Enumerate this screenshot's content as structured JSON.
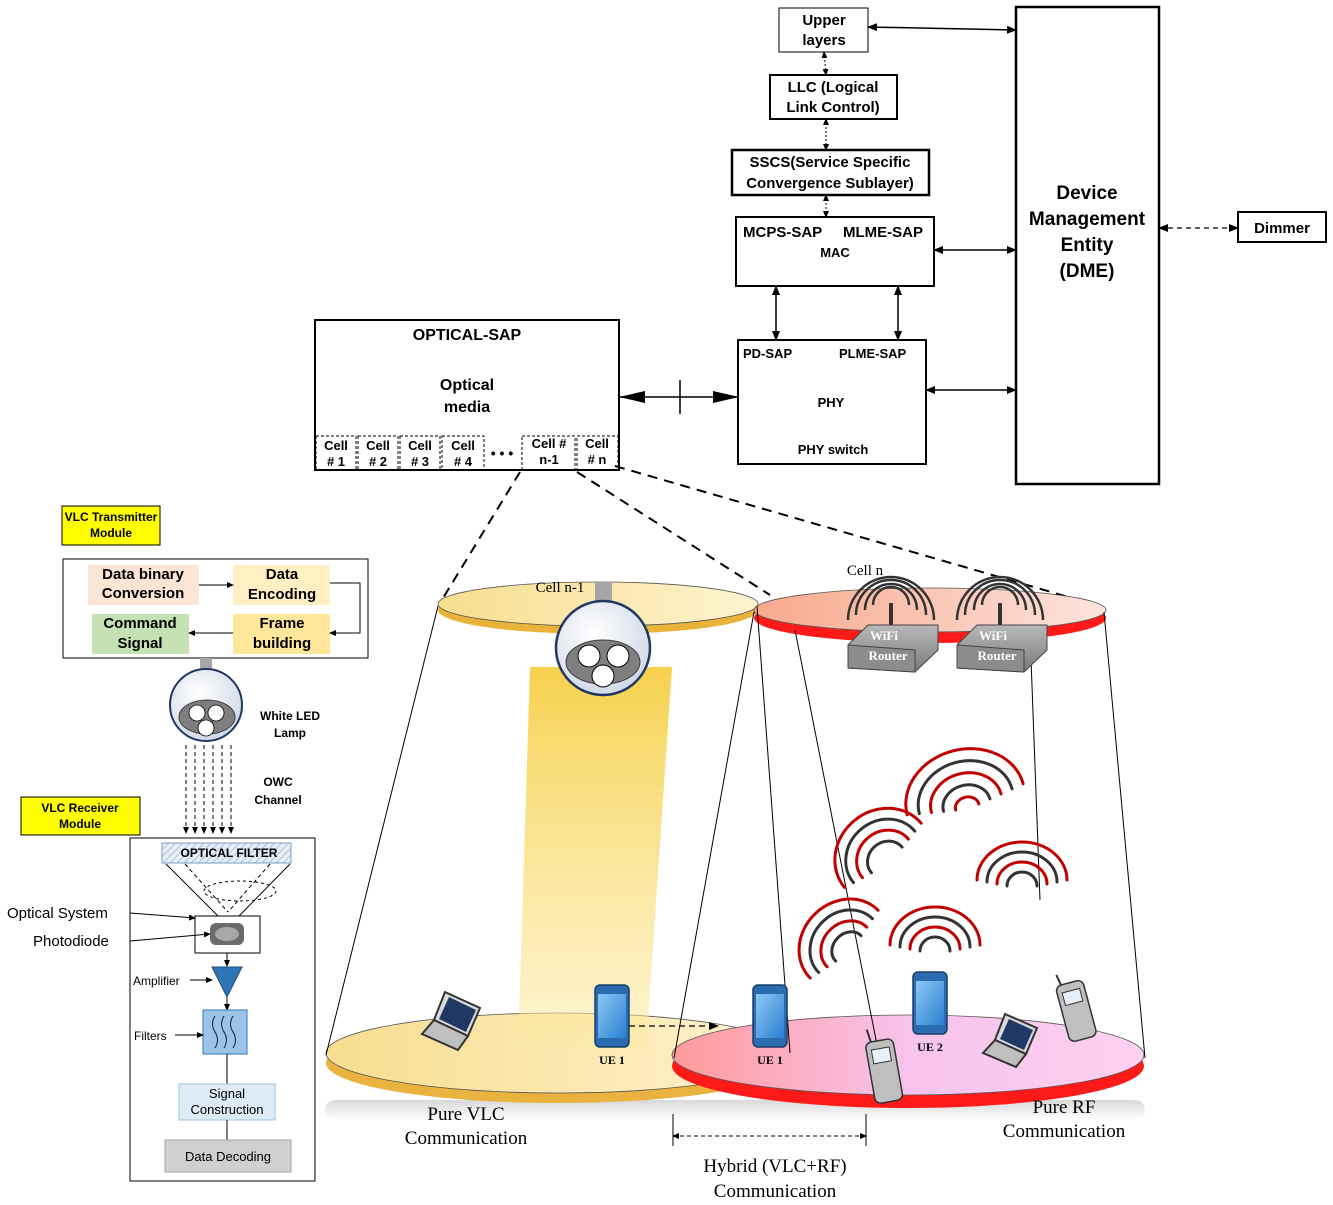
{
  "stack": {
    "upper": [
      "Upper",
      "layers"
    ],
    "llc": [
      "LLC (Logical",
      "Link Control)"
    ],
    "sscs": [
      "SSCS(Service Specific",
      "Convergence Sublayer)"
    ],
    "mcps": "MCPS-SAP",
    "mlme": "MLME-SAP",
    "mac": "MAC",
    "pd": "PD-SAP",
    "plme": "PLME-SAP",
    "phy": "PHY",
    "physwitch": "PHY switch",
    "dme": [
      "Device",
      "Management",
      "Entity",
      "(DME)"
    ],
    "dimmer": "Dimmer"
  },
  "optical": {
    "title": "OPTICAL-SAP",
    "media": [
      "Optical",
      "media"
    ],
    "cells": [
      [
        "Cell",
        "# 1"
      ],
      [
        "Cell",
        "# 2"
      ],
      [
        "Cell",
        "# 3"
      ],
      [
        "Cell",
        "# 4"
      ],
      [
        "Cell #",
        "n-1"
      ],
      [
        "Cell",
        "# n"
      ]
    ],
    "dots": "• • •"
  },
  "tx": {
    "title": [
      "VLC Transmitter",
      "Module"
    ],
    "data_binary": [
      "Data binary",
      "Conversion"
    ],
    "data_encoding": [
      "Data",
      "Encoding"
    ],
    "command": [
      "Command",
      "Signal"
    ],
    "frame": [
      "Frame",
      "building"
    ]
  },
  "lamp_label": [
    "White LED",
    "Lamp"
  ],
  "owc": [
    "OWC",
    "Channel"
  ],
  "rx": {
    "title": [
      "VLC Receiver",
      "Module"
    ],
    "optical_filter": "OPTICAL FILTER",
    "optical_system": "Optical System",
    "photodiode": "Photodiode",
    "amplifier": "Amplifier",
    "filters": "Filters",
    "signal": [
      "Signal",
      "Construction"
    ],
    "decoding": "Data Decoding"
  },
  "scene": {
    "cell_n1": "Cell n-1",
    "cell_n": "Cell n",
    "wifi": [
      "WiFi",
      "Router"
    ],
    "ue1": "UE 1",
    "ue1b": "UE 1",
    "ue2": "UE 2",
    "pure_vlc": [
      "Pure VLC",
      "Communication"
    ],
    "pure_rf": [
      "Pure RF",
      "Communication"
    ],
    "hybrid": [
      "Hybrid (VLC+RF)",
      "Communication"
    ]
  },
  "colors": {
    "vlc_disc": "#f6d27a",
    "rf_disc": "#ff1a1a",
    "beam": "#f7d35a",
    "highlight": "#ffff00",
    "phone": "#3f8fd8"
  }
}
